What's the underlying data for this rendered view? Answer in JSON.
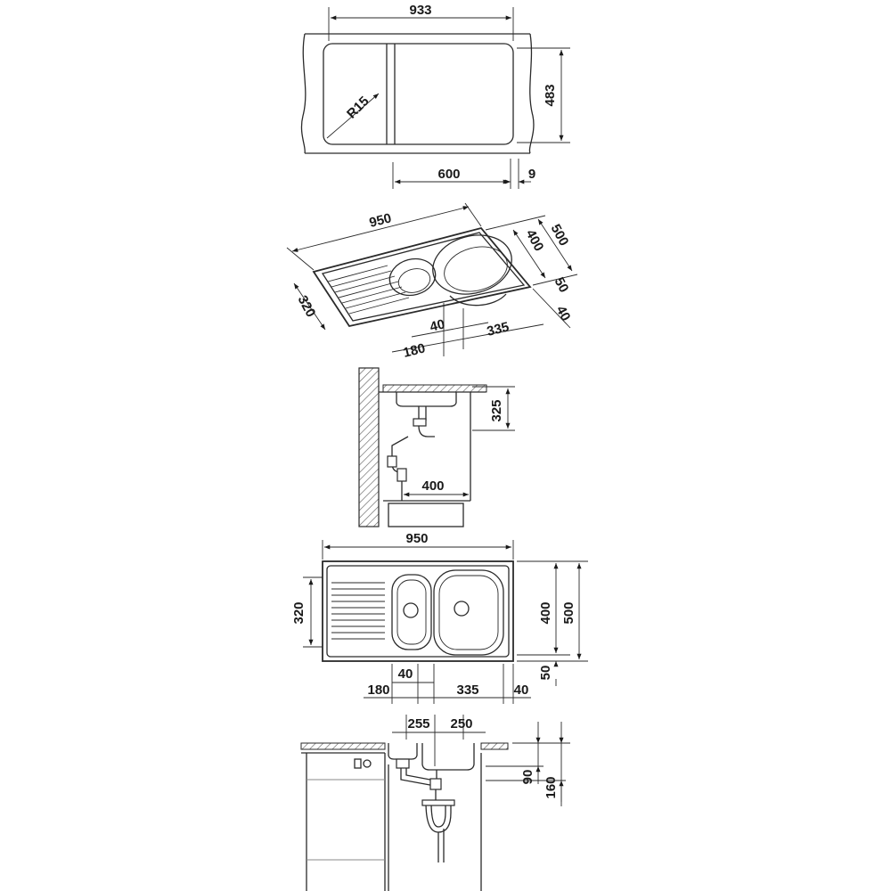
{
  "top_view": {
    "width": "933",
    "depth": "483",
    "radius": "R15",
    "bowl_width": "600",
    "offset": "9"
  },
  "iso_view": {
    "length": "950",
    "depth": "500",
    "bowl_depth": "400",
    "rear": "50",
    "front": "40",
    "drainer": "320",
    "gap": "40",
    "bowl_len": "335",
    "small_bowl": "180"
  },
  "side_view": {
    "height": "325",
    "cabinet": "400"
  },
  "plan_view": {
    "length": "950",
    "drainer_depth": "320",
    "bowl_depth": "400",
    "depth": "500",
    "rear": "50",
    "gap": "40",
    "small_bowl": "180",
    "bowl_len": "335",
    "front": "40"
  },
  "section_view": {
    "bowl_a": "255",
    "bowl_b": "250",
    "depth_a": "90",
    "depth_b": "160"
  }
}
